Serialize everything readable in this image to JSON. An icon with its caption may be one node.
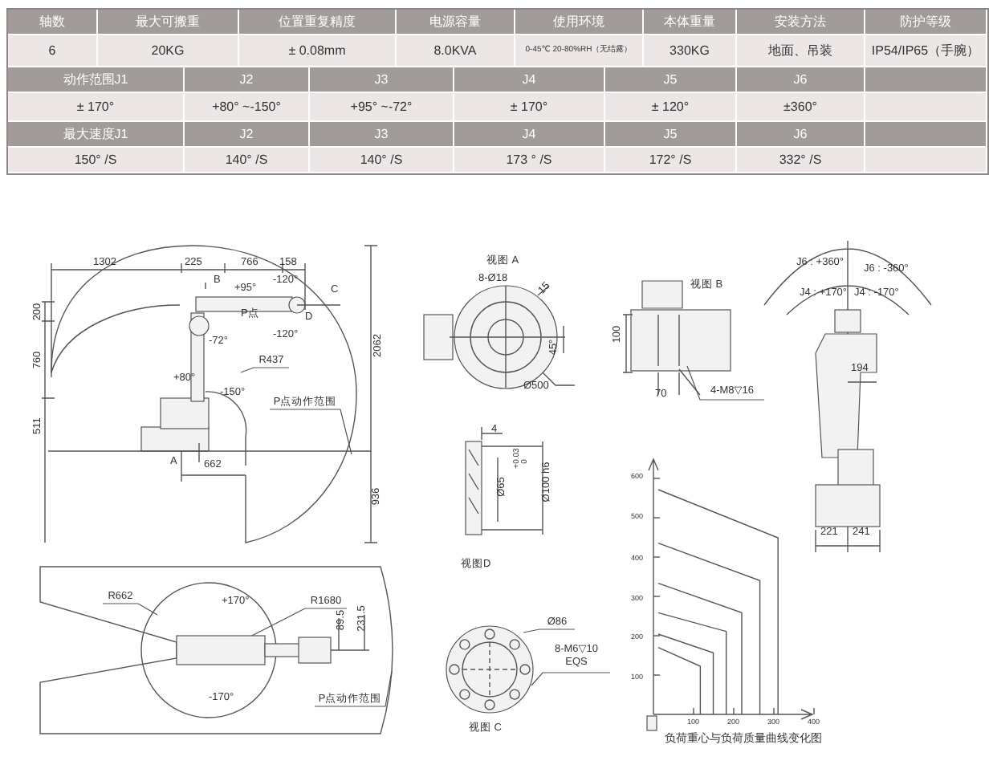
{
  "diagram": {
    "nodes": [
      {
        "text": [
          "R437"
        ]
      },
      {
        "text": [
          "P点动作范围"
        ]
      },
      {
        "text": [
          "4-M8▽16"
        ]
      },
      {
        "text": [
          "Ø86"
        ]
      },
      {
        "text": [
          "8-M6▽10 EQS"
        ]
      },
      {
        "text": [
          "R662"
        ],
        "in": 8
      },
      {
        "text": [
          "R1680"
        ],
        "in": 8
      },
      {
        "text": [
          "P点动作范围"
        ],
        "in": 8
      },
      {
        "text": [],
        "shape": "picture"
      },
      {
        "text": [],
        "shape": "picture",
        "beside": [
          "视图 C"
        ]
      }
    ],
    "edges": [
      {
        "from": 0,
        "to": null,
        "arrow": "none"
      },
      {
        "from": 1,
        "to": null,
        "arrow": "none"
      },
      {
        "from": 2,
        "to": null,
        "arrow": "none"
      },
      {
        "from": 3,
        "to": 9,
        "arrow": "none"
      },
      {
        "from": 4,
        "to": 9,
        "arrow": "none"
      },
      {
        "from": 5,
        "to": 8,
        "arrow": "none"
      },
      {
        "from": 6,
        "to": 8,
        "arrow": "none"
      },
      {
        "from": 7,
        "to": 8,
        "arrow": "none"
      }
    ],
    "labels": [
      "轴数",
      "最大可搬重",
      "位置重复精度",
      "电源容量",
      "使用环境",
      "本体重量",
      "安装方法",
      "防护等级",
      "6",
      "20KG",
      "± 0.08mm",
      "8.0KVA",
      "0-45℃ 20-80%RH（无结露）",
      "330KG",
      "地面、吊装",
      "IP54/IP65（手腕）",
      "动作范围J1",
      "J2",
      "J3",
      "J4",
      "J5",
      "J6",
      "± 170°",
      "+80° ~-150°",
      "+95° ~-72°",
      "± 170°",
      "± 120°",
      "±360°",
      "最大速度J1",
      "J2",
      "J3",
      "J4",
      "J5",
      "J6",
      "150° /S",
      "140° /S",
      "140° /S",
      "173 ° /S",
      "172° /S",
      "332° /S",
      "1302",
      "225",
      "766",
      "158",
      "B",
      "+95°",
      "-120°",
      "C",
      "P点",
      "D",
      "-120°",
      "200",
      "760",
      "-72°",
      "+80°",
      "-150°",
      "511",
      "2062",
      "A",
      "662",
      "936",
      "视图 A",
      "8-Ø18",
      "15",
      "45°",
      "Ø500",
      "视图 B",
      "100",
      "70",
      "J6 : +360°",
      "J6 : -360°",
      "J4 : +170°",
      "J4 : -170°",
      "194",
      "221",
      "241",
      "4",
      "Ø65",
      "+0.03",
      "0",
      "Ø100 h6",
      "视图D",
      "600",
      "500",
      "400",
      "300",
      "200",
      "100",
      "100",
      "200",
      "300",
      "400",
      "负荷重心与负荷质量曲线变化图",
      "+170°",
      "89.5",
      "231.5",
      "-170°"
    ]
  }
}
